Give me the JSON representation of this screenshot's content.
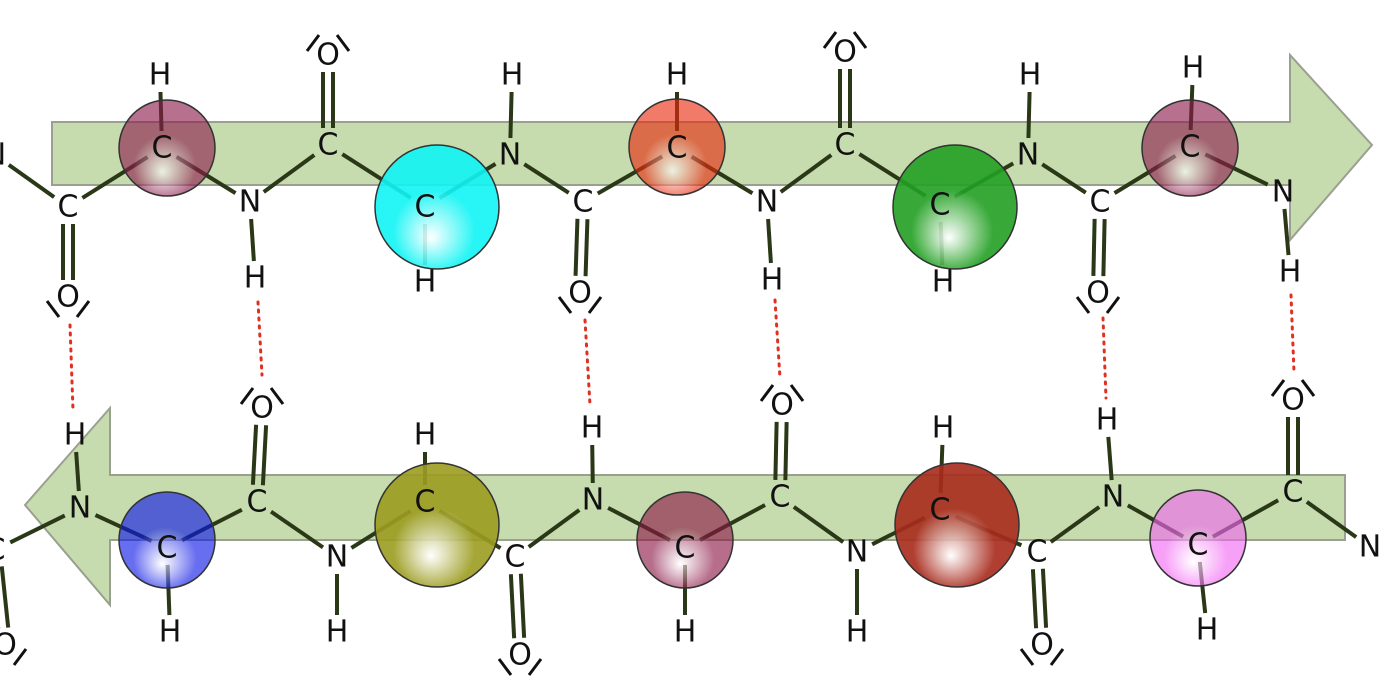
{
  "diagram": {
    "type": "beta-sheet antiparallel backbone",
    "atom_labels": {
      "C": "C",
      "N": "N",
      "H": "H",
      "O": "O"
    },
    "colors": {
      "strand_fill": "#c6dcae",
      "strand_stroke": "#9aa090",
      "bond": "#2a3818",
      "hbond": "#e03020"
    },
    "top_strand_residue_colors": [
      "#8b1a4a",
      "#10f4f4",
      "#e8280c",
      "#22a022",
      "#8b1a4a"
    ],
    "bottom_strand_residue_colors": [
      "#0a14e6",
      "#9c9c20",
      "#8a1442",
      "#a82a1c",
      "#f266f2"
    ]
  }
}
